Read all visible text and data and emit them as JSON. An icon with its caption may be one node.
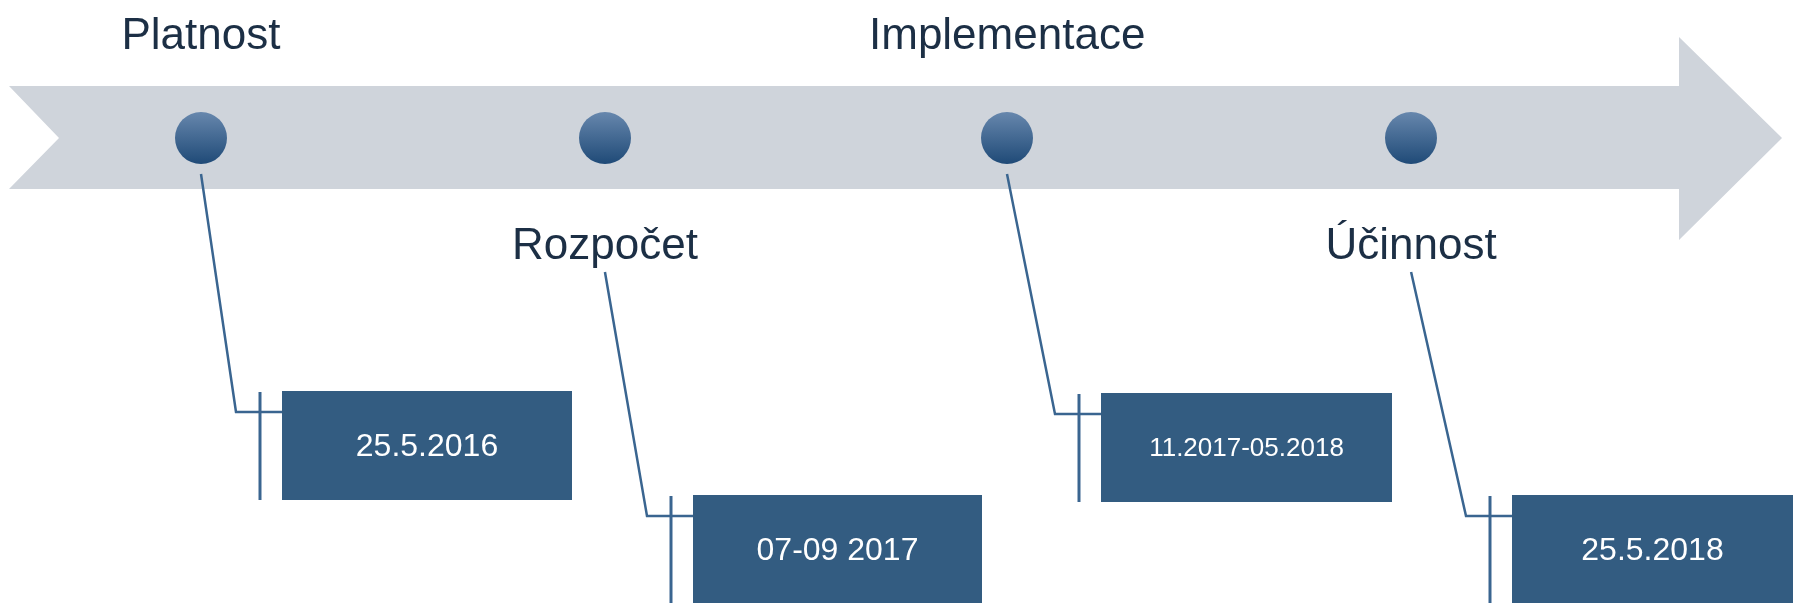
{
  "diagram": {
    "nodes": [
      {
        "text": [],
        "shape": "circle"
      },
      {
        "text": [],
        "shape": "circle"
      },
      {
        "text": [],
        "shape": "circle"
      },
      {
        "text": [],
        "shape": "circle"
      },
      {
        "text": [
          "Rozpočet"
        ]
      },
      {
        "text": [
          "Účinnost"
        ]
      },
      {
        "text": [
          "25.5.2016"
        ]
      },
      {
        "text": [
          "07-09 2017"
        ]
      },
      {
        "text": [
          "11.2017-05.2018"
        ]
      },
      {
        "text": [
          "25.5.2018"
        ]
      }
    ],
    "edges": [
      {
        "from": 0,
        "to": 6,
        "arrow": "other"
      },
      {
        "from": 4,
        "to": 7,
        "arrow": "other"
      },
      {
        "from": 2,
        "to": 8,
        "arrow": "other"
      },
      {
        "from": 5,
        "to": 9,
        "arrow": "other"
      }
    ],
    "labels": [
      "Platnost",
      "Implementace"
    ]
  }
}
